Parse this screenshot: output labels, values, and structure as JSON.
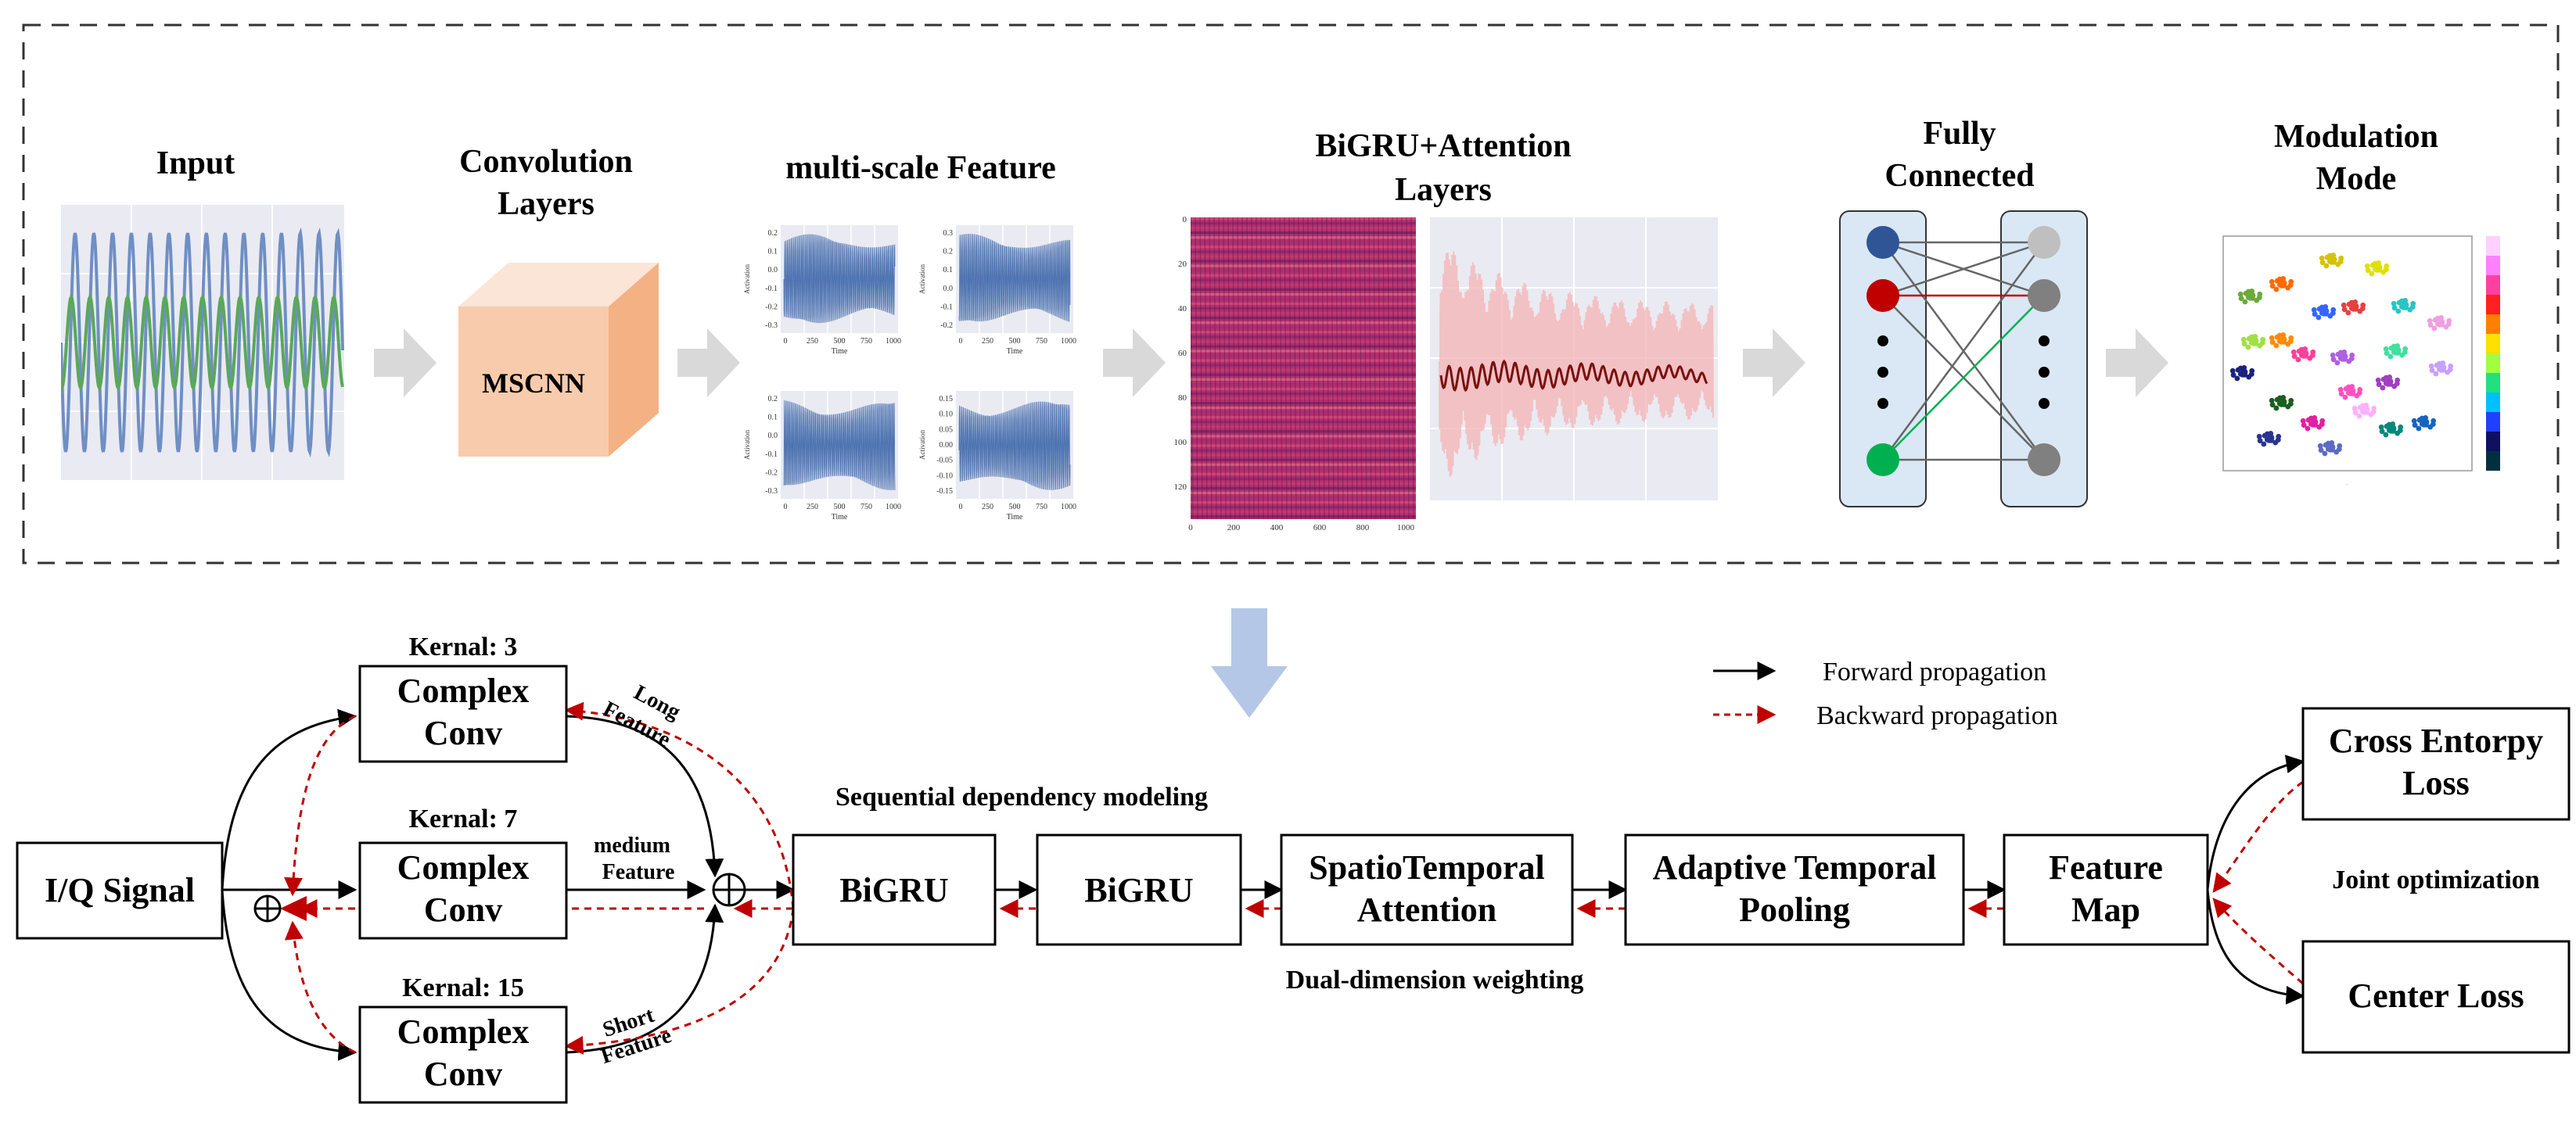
{
  "top": {
    "input_title": "Input",
    "conv_title": [
      "Convolution",
      "Layers"
    ],
    "cube_label": "MSCNN",
    "msf_title": "multi-scale Feature",
    "bigru_title": [
      "BiGRU+Attention",
      "Layers"
    ],
    "fc_title": [
      "Fully",
      "Connected"
    ],
    "mod_title": [
      "Modulation",
      "Mode"
    ]
  },
  "msf_plots": [
    {
      "ylabel": "Activation",
      "xlabel": "Time",
      "yticks": [
        "0.2",
        "0.1",
        "0.0",
        "-0.1",
        "-0.2",
        "-0.3"
      ],
      "xticks": [
        "0",
        "250",
        "500",
        "750",
        "1000"
      ]
    },
    {
      "ylabel": "Activation",
      "xlabel": "Time",
      "yticks": [
        "0.3",
        "0.2",
        "0.1",
        "0.0",
        "-0.1",
        "-0.2"
      ],
      "xticks": [
        "0",
        "250",
        "500",
        "750",
        "1000"
      ]
    },
    {
      "ylabel": "Activation",
      "xlabel": "Time",
      "yticks": [
        "0.2",
        "0.1",
        "0.0",
        "-0.1",
        "-0.2",
        "-0.3"
      ],
      "xticks": [
        "0",
        "250",
        "500",
        "750",
        "1000"
      ]
    },
    {
      "ylabel": "Activation",
      "xlabel": "Time",
      "yticks": [
        "0.15",
        "0.10",
        "0.05",
        "0.00",
        "-0.05",
        "-0.10",
        "-0.15"
      ],
      "xticks": [
        "0",
        "250",
        "500",
        "750",
        "1000"
      ]
    }
  ],
  "heatmap": {
    "yticks": [
      "0",
      "20",
      "40",
      "60",
      "80",
      "100",
      "120"
    ],
    "xticks": [
      "0",
      "200",
      "400",
      "600",
      "800",
      "1000"
    ]
  },
  "bottom": {
    "iq_signal": "I/Q Signal",
    "kernel_3": "Kernal: 3",
    "kernel_7": "Kernal: 7",
    "kernel_15": "Kernal: 15",
    "complex_conv": [
      "Complex",
      "Conv"
    ],
    "long_feature": [
      "Long",
      "Feature"
    ],
    "medium_feature": [
      "medium",
      "Feature"
    ],
    "short_feature": [
      "Short",
      "Feature"
    ],
    "seq_modeling": "Sequential dependency modeling",
    "bigru": "BiGRU",
    "spatiotemporal": [
      "SpatioTemporal",
      "Attention"
    ],
    "dual_weighting": "Dual-dimension weighting",
    "adaptive_pooling": [
      "Adaptive Temporal",
      "Pooling"
    ],
    "feature_map": [
      "Feature",
      "Map"
    ],
    "cross_entropy": [
      "Cross Entorpy",
      "Loss"
    ],
    "center_loss": "Center Loss",
    "joint_opt": "Joint optimization",
    "forward_prop": "Forward propagation",
    "backward_prop": "Backward propagation"
  },
  "colors": {
    "forward": "#000000",
    "backward": "#c00000",
    "flow_arrow": "#d9d9d9",
    "down_arrow": "#b4c7e7",
    "cube_front": "#f8cbad",
    "cube_side": "#f4b183",
    "cube_top": "#fbe5d6",
    "fc_panel": "#dae8f5",
    "plot_bg": "#eaeaf2",
    "signal_blue": "#6f8fc4",
    "signal_green": "#5aa85a"
  }
}
